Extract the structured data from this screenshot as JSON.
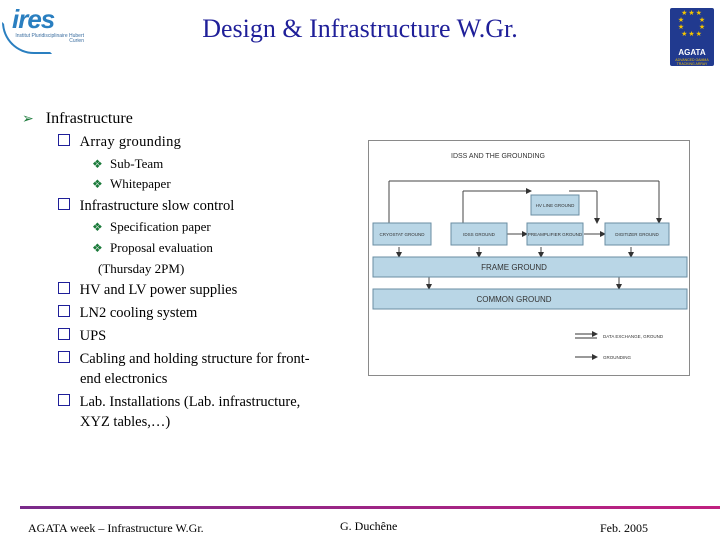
{
  "header": {
    "title": "Design & Infrastructure W.Gr.",
    "left_logo": {
      "word": "ires",
      "subtitle": "Institut Pluridisciplinaire Hubert Curien"
    },
    "right_logo": {
      "name": "AGATA",
      "tagline": "ADVANCED GAMMA TRACKING ARRAY"
    }
  },
  "content": {
    "heading": "Infrastructure",
    "items": [
      {
        "label": "Array grounding",
        "sub": [
          "Sub-Team",
          "Whitepaper"
        ]
      },
      {
        "label": "Infrastructure slow control",
        "sub": [
          "Specification paper",
          "Proposal evaluation"
        ],
        "note": "(Thursday 2PM)"
      },
      {
        "label": "HV and LV power supplies"
      },
      {
        "label": "LN2 cooling system"
      },
      {
        "label": "UPS"
      },
      {
        "label_line1": "Cabling and holding structure for front-",
        "label_line2": "end electronics"
      },
      {
        "label_line1": "Lab. Installations (Lab. infrastructure,",
        "label_line2": "XYZ tables,…)"
      }
    ]
  },
  "diagram": {
    "title": "IDSS AND THE GROUNDING",
    "boxes": {
      "hv": "HV LINE GROUND",
      "cryostat": "CRYOSTAT GROUND",
      "idss": "IDSS GROUND",
      "preamp": "PREAMPLIFIER GROUND",
      "digitizer": "DIGITIZER GROUND",
      "frame": "FRAME GROUND",
      "common": "COMMON GROUND"
    },
    "legend": {
      "data": "DATA EXCHANGE, GROUND",
      "grounding": "GROUNDING"
    }
  },
  "footer": {
    "left": "AGATA week – Infrastructure W.Gr.",
    "center": "G. Duchêne",
    "right": "Feb. 2005"
  },
  "colors": {
    "title": "#1f1f99",
    "bullet_green": "#1b7a3a",
    "box_fill": "#b9d6e6",
    "footer_line": "#9a2a8a"
  }
}
